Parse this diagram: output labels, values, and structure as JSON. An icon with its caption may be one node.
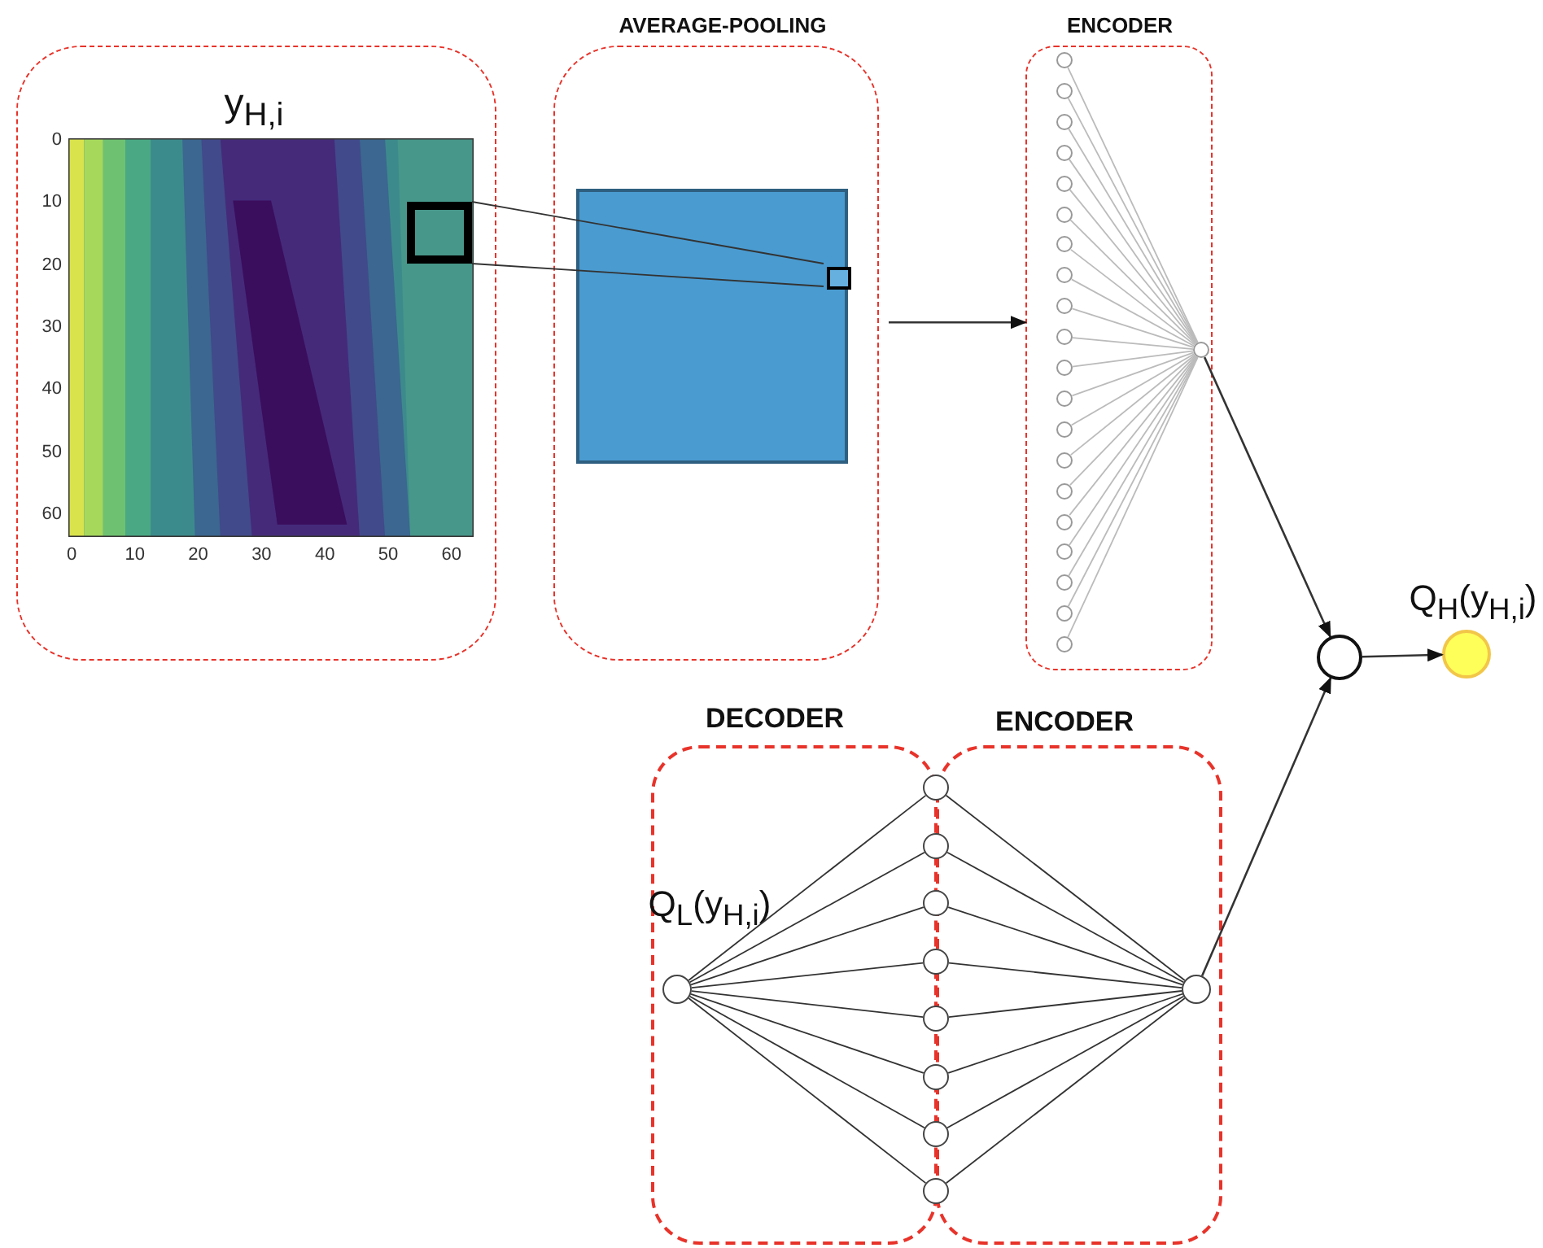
{
  "diagram": {
    "nodes": [
      {
        "text": [
          "y$_{H,i}$"
        ]
      },
      {
        "text": [],
        "shape": "picture",
        "in": 0
      },
      {
        "text": [],
        "shape": "box",
        "in": 1
      },
      {
        "text": [
          "AVERAGE-POOLING"
        ]
      },
      {
        "text": [],
        "shape": "box",
        "in": 3
      },
      {
        "text": [],
        "shape": "box",
        "in": 4
      },
      {
        "text": [
          "ENCODER"
        ]
      },
      {
        "text": [],
        "shape": "circle",
        "in": 6
      },
      {
        "text": [],
        "shape": "circle",
        "in": 6
      },
      {
        "text": [],
        "shape": "circle",
        "in": 6
      },
      {
        "text": [],
        "shape": "circle",
        "in": 6
      },
      {
        "text": [],
        "shape": "circle",
        "in": 6
      },
      {
        "text": [],
        "shape": "circle",
        "in": 6
      },
      {
        "text": [],
        "shape": "circle",
        "in": 6
      },
      {
        "text": [],
        "shape": "circle",
        "in": 6
      },
      {
        "text": [],
        "shape": "circle",
        "in": 6
      },
      {
        "text": [],
        "shape": "circle",
        "in": 6
      },
      {
        "text": [],
        "shape": "circle",
        "in": 6
      },
      {
        "text": [],
        "shape": "circle",
        "in": 6
      },
      {
        "text": [],
        "shape": "circle",
        "in": 6
      },
      {
        "text": [],
        "shape": "circle",
        "in": 6
      },
      {
        "text": [],
        "shape": "circle",
        "in": 6
      },
      {
        "text": [],
        "shape": "circle",
        "in": 6
      },
      {
        "text": [],
        "shape": "circle",
        "in": 6
      },
      {
        "text": [],
        "shape": "circle",
        "in": 6
      },
      {
        "text": [],
        "shape": "circle",
        "in": 6
      },
      {
        "text": [],
        "shape": "circle",
        "in": 6
      },
      {
        "text": [],
        "shape": "circle",
        "in": 6
      },
      {
        "text": [
          "DECODER"
        ]
      },
      {
        "text": [
          "ENCODER"
        ]
      },
      {
        "text": [],
        "shape": "circle",
        "in": 28,
        "beside": [
          "Q$_{L}$(y$_{H,i}$)"
        ]
      },
      {
        "text": [],
        "shape": "circle"
      },
      {
        "text": [],
        "shape": "circle"
      },
      {
        "text": [],
        "shape": "circle"
      },
      {
        "text": [],
        "shape": "circle"
      },
      {
        "text": [],
        "shape": "circle"
      },
      {
        "text": [],
        "shape": "circle"
      },
      {
        "text": [],
        "shape": "circle"
      },
      {
        "text": [],
        "shape": "circle"
      },
      {
        "text": [],
        "shape": "circle",
        "in": 29
      },
      {
        "text": [],
        "shape": "circle"
      },
      {
        "text": [],
        "shape": "circle",
        "beside": [
          "Q$_{H}$(y$_{H,i}$)"
        ]
      }
    ],
    "edges": [
      {
        "from": 2,
        "to": 5,
        "arrow": "none"
      },
      {
        "from": 2,
        "to": 5,
        "arrow": "none"
      },
      {
        "from": 3,
        "to": 6,
        "arrow": "to"
      },
      {
        "from": 7,
        "to": 27,
        "arrow": "none",
        "color": "#bbbbbb"
      },
      {
        "from": 8,
        "to": 27,
        "arrow": "none",
        "color": "#bbbbbb"
      },
      {
        "from": 9,
        "to": 27,
        "arrow": "none",
        "color": "#bbbbbb"
      },
      {
        "from": 10,
        "to": 27,
        "arrow": "none",
        "color": "#bbbbbb"
      },
      {
        "from": 11,
        "to": 27,
        "arrow": "none",
        "color": "#bbbbbb"
      },
      {
        "from": 12,
        "to": 27,
        "arrow": "none",
        "color": "#bbbbbb"
      },
      {
        "from": 13,
        "to": 27,
        "arrow": "none",
        "color": "#bbbbbb"
      },
      {
        "from": 14,
        "to": 27,
        "arrow": "none",
        "color": "#bbbbbb"
      },
      {
        "from": 15,
        "to": 27,
        "arrow": "none",
        "color": "#bbbbbb"
      },
      {
        "from": 16,
        "to": 27,
        "arrow": "none",
        "color": "#bbbbbb"
      },
      {
        "from": 17,
        "to": 27,
        "arrow": "none",
        "color": "#bbbbbb"
      },
      {
        "from": 18,
        "to": 27,
        "arrow": "none",
        "color": "#bbbbbb"
      },
      {
        "from": 19,
        "to": 27,
        "arrow": "none",
        "color": "#bbbbbb"
      },
      {
        "from": 20,
        "to": 27,
        "arrow": "none",
        "color": "#bbbbbb"
      },
      {
        "from": 21,
        "to": 27,
        "arrow": "none",
        "color": "#bbbbbb"
      },
      {
        "from": 22,
        "to": 27,
        "arrow": "none",
        "color": "#bbbbbb"
      },
      {
        "from": 23,
        "to": 27,
        "arrow": "none",
        "color": "#bbbbbb"
      },
      {
        "from": 24,
        "to": 27,
        "arrow": "none",
        "color": "#bbbbbb"
      },
      {
        "from": 25,
        "to": 27,
        "arrow": "none",
        "color": "#bbbbbb"
      },
      {
        "from": 26,
        "to": 27,
        "arrow": "none",
        "color": "#bbbbbb"
      },
      {
        "from": 27,
        "to": 40,
        "arrow": "to"
      },
      {
        "from": 30,
        "to": 31,
        "arrow": "none"
      },
      {
        "from": 30,
        "to": 32,
        "arrow": "none"
      },
      {
        "from": 30,
        "to": 33,
        "arrow": "none"
      },
      {
        "from": 30,
        "to": 34,
        "arrow": "none"
      },
      {
        "from": 30,
        "to": 35,
        "arrow": "none"
      },
      {
        "from": 30,
        "to": 36,
        "arrow": "none"
      },
      {
        "from": 30,
        "to": 37,
        "arrow": "none"
      },
      {
        "from": 30,
        "to": 38,
        "arrow": "none"
      },
      {
        "from": 31,
        "to": 39,
        "arrow": "none"
      },
      {
        "from": 32,
        "to": 39,
        "arrow": "none"
      },
      {
        "from": 33,
        "to": 39,
        "arrow": "none"
      },
      {
        "from": 34,
        "to": 39,
        "arrow": "none"
      },
      {
        "from": 35,
        "to": 39,
        "arrow": "none"
      },
      {
        "from": 36,
        "to": 39,
        "arrow": "none"
      },
      {
        "from": 37,
        "to": 39,
        "arrow": "none"
      },
      {
        "from": 38,
        "to": 39,
        "arrow": "none"
      },
      {
        "from": 39,
        "to": 40,
        "arrow": "to"
      },
      {
        "from": 40,
        "to": 41,
        "arrow": "to"
      }
    ],
    "labels": [
      "0",
      "10",
      "20",
      "30",
      "40",
      "50",
      "60",
      "0",
      "10",
      "20",
      "30",
      "40",
      "50",
      "60"
    ]
  }
}
